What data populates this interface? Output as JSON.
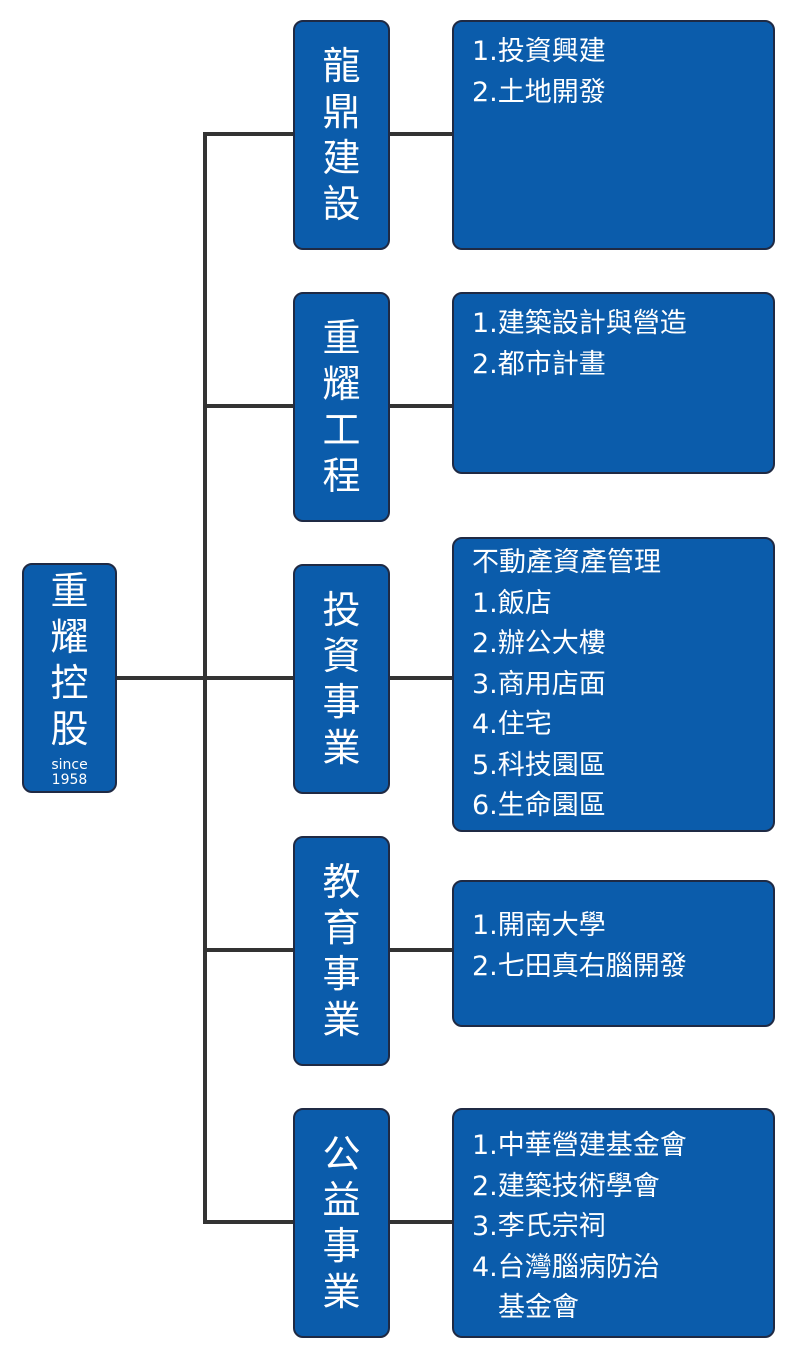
{
  "root": {
    "title": "重耀控股",
    "since_label": "since",
    "since_year": "1958"
  },
  "branches": [
    {
      "name": "龍鼎建設",
      "items": [
        "1.投資興建",
        "2.土地開發"
      ]
    },
    {
      "name": "重耀工程",
      "items": [
        "1.建築設計與營造",
        "2.都市計畫"
      ]
    },
    {
      "name": "投資事業",
      "items": [
        "不動產資產管理",
        "1.飯店",
        "2.辦公大樓",
        "3.商用店面",
        "4.住宅",
        "5.科技園區",
        "6.生命園區"
      ]
    },
    {
      "name": "教育事業",
      "items": [
        "1.開南大學",
        "2.七田真右腦開發"
      ]
    },
    {
      "name": "公益事業",
      "items": [
        "1.中華營建基金會",
        "2.建築技術學會",
        "3.李氏宗祠",
        "4.台灣腦病防治",
        "基金會"
      ]
    }
  ],
  "colors": {
    "box_fill": "#0b5cab",
    "box_border": "#1f2a44",
    "connector": "#333333",
    "text": "#ffffff"
  }
}
